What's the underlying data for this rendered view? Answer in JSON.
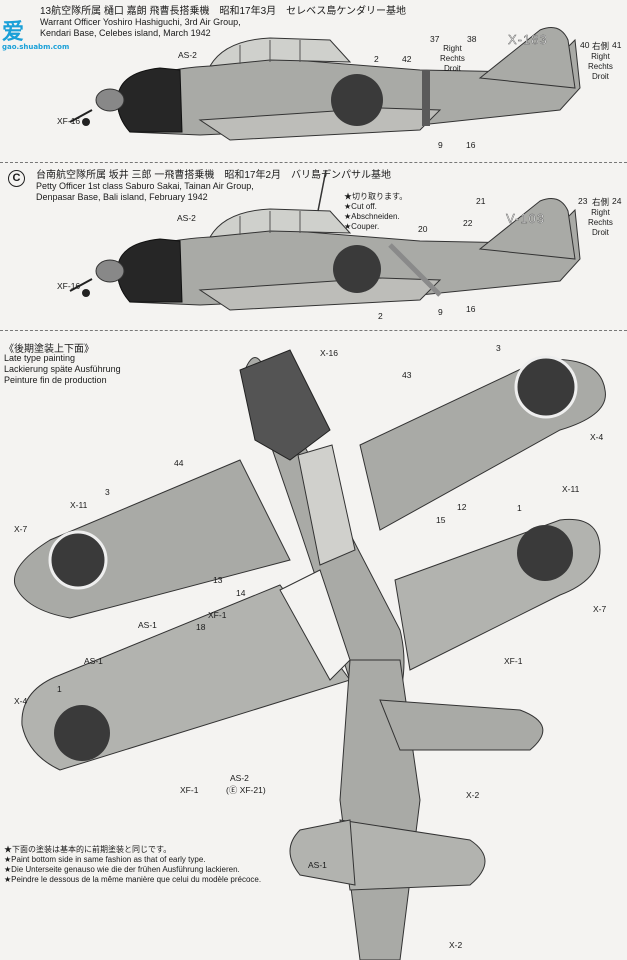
{
  "watermark": {
    "main": "爱",
    "sub": "gao.shuabm.com"
  },
  "section_b": {
    "header_jp": "13航空隊所属 樋口 嘉朗 飛曹長搭乗機　昭和17年3月　セレベス島ケンダリー基地",
    "header_en_1": "Warrant Officer Yoshiro Hashiguchi, 3rd Air Group,",
    "header_en_2": "Kendari Base, Celebes island, March 1942",
    "tail_code": "X-183",
    "labels": {
      "as2": "AS-2",
      "xf16": "XF-16",
      "c37": "37",
      "c38": "38",
      "c40": "40",
      "c41": "41",
      "c2": "2",
      "c42": "42",
      "c9": "9",
      "c16": "16",
      "right_side": "右側",
      "right_lines": "Right\nRechts\nDroit"
    }
  },
  "section_c": {
    "letter": "C",
    "header_jp": "台南航空隊所属 坂井 三郎 一飛曹搭乗機　昭和17年2月　バリ島デンパサル基地",
    "header_en_1": "Petty Officer 1st class Saburo Sakai, Tainan Air Group,",
    "header_en_2": "Denpasar Base, Bali island, February 1942",
    "cut_note": [
      "★切り取ります。",
      "★Cut off.",
      "★Abschneiden.",
      "★Couper."
    ],
    "tail_code": "V-103",
    "labels": {
      "as2": "AS-2",
      "xf16": "XF-16",
      "c21": "21",
      "c22": "22",
      "c23": "23",
      "c24": "24",
      "c20": "20",
      "c2": "2",
      "c9": "9",
      "c16": "16",
      "right_side": "右側",
      "right_lines": "Right\nRechts\nDroit"
    }
  },
  "section_lower": {
    "header_jp": "《後期塗装上下面》",
    "header_en": "Late type painting",
    "header_de": "Lackierung späte Ausführung",
    "header_fr": "Peinture fin de production",
    "labels": {
      "x16": "X-16",
      "x4a": "X-4",
      "x11a": "X-11",
      "x7a": "X-7",
      "as1a": "AS-1",
      "xf1a": "XF-1",
      "x11b": "X-11",
      "x7b": "X-7",
      "xf1b": "XF-1",
      "as1b": "AS-1",
      "x4b": "X-4",
      "xf1c": "XF-1",
      "as2": "AS-2",
      "as2_sub": "(Ⓔ XF-21)",
      "x2a": "X-2",
      "as1c": "AS-1",
      "x2b": "X-2",
      "c1a": "1",
      "c1b": "1",
      "c3a": "3",
      "c3b": "3",
      "c12": "12",
      "c13": "13",
      "c14": "14",
      "c15": "15",
      "c18": "18",
      "c43": "43",
      "c44": "44"
    },
    "footnote": [
      "★下面の塗装は基本的に前期塗装と同じです。",
      "★Paint bottom side in same fashion as that of early type.",
      "★Die Unterseite genauso wie die der frühen Ausführung lackieren.",
      "★Peindre le dessous de la même manière que celui du modèle précoce."
    ]
  },
  "colors": {
    "paint_gray": "#a9aaa6",
    "paint_dark": "#545454",
    "cowl_black": "#262626",
    "hinomaru": "#3a3a3a",
    "paper": "#f4f3f1"
  }
}
